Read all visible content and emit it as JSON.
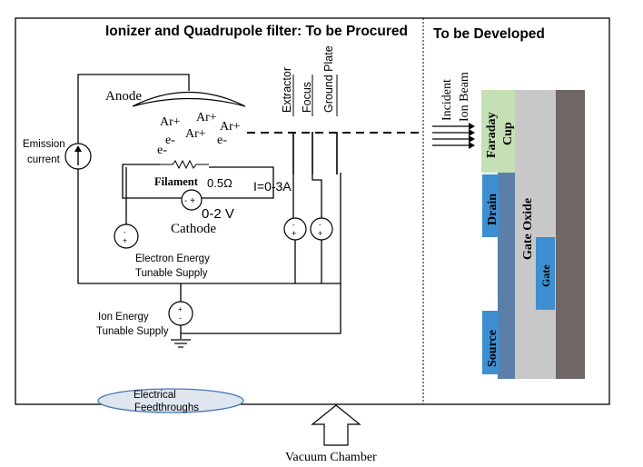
{
  "sections": {
    "left_title": "Ionizer and Quadrupole filter: To be Procured",
    "right_title": "To be Developed"
  },
  "ionizer": {
    "anode": "Anode",
    "ions": [
      "Ar+",
      "Ar+",
      "Ar+",
      "Ar+"
    ],
    "electrons": [
      "e-",
      "e-",
      "e-"
    ],
    "filament": "Filament",
    "filament_resistance": "0.5Ω",
    "cathode": "Cathode",
    "cathode_voltage": "0-2 V",
    "filament_current": "I=0-3A",
    "emission_current": [
      "Emission",
      "current"
    ],
    "electron_supply": [
      "Electron Energy",
      "Tunable Supply"
    ],
    "ion_supply": [
      "Ion Energy",
      "Tunable Supply"
    ]
  },
  "lens": {
    "plates": [
      "Extractor",
      "Focus",
      "Ground Plate"
    ]
  },
  "beam": {
    "label": [
      "Incident",
      "Ion Beam"
    ]
  },
  "device": {
    "faraday_cup": [
      "Faraday",
      "Cup"
    ],
    "drain": "Drain",
    "gate_oxide": "Gate Oxide",
    "gate": "Gate",
    "source": "Source"
  },
  "chamber": {
    "feedthroughs": [
      "Electrical",
      "Feedthroughs"
    ],
    "vacuum_chamber": "Vacuum Chamber"
  },
  "colors": {
    "faraday_cup": "#c5e0b4",
    "electrode_blue": "#3d8fd1",
    "channel_blue": "#5b7fa8",
    "gate_oxide": "#c8c8c8",
    "substrate": "#6e6766",
    "feedthrough_fill": "#dfe6f0",
    "feedthrough_stroke": "#4a78b5"
  }
}
